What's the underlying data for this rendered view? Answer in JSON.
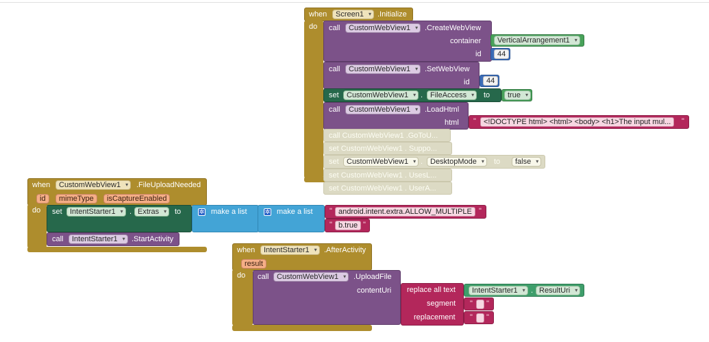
{
  "arrow": "▾",
  "quote": "\"",
  "gear_glyph": "✲",
  "blocks": {
    "init": {
      "when": "when",
      "component": "Screen1",
      "event": ".Initialize",
      "do": "do",
      "call": "call",
      "set": "set",
      "to": "to",
      "create": {
        "component": "CustomWebView1",
        "method": ".CreateWebView",
        "param_container": "container",
        "param_id": "id",
        "container_value": "VerticalArrangement1",
        "id_value": "44"
      },
      "setwebview": {
        "component": "CustomWebView1",
        "method": ".SetWebView",
        "param_id": "id",
        "id_value": "44"
      },
      "setfile": {
        "component": "CustomWebView1",
        "property": "FileAccess",
        "value": "true"
      },
      "loadhtml": {
        "component": "CustomWebView1",
        "method": ".LoadHtml",
        "param_html": "html",
        "html_value": "<!DOCTYPE html> <html> <body>  <h1>The input mul..."
      },
      "disabled": {
        "goto": "call CustomWebView1 .GoToU...",
        "supp": "set CustomWebView1 . Suppo...",
        "desktop": {
          "set": "set",
          "component": "CustomWebView1",
          "property": "DesktopMode",
          "to": "to",
          "value": "false"
        },
        "uses": "set CustomWebView1 . UsesL...",
        "usera": "set CustomWebView1 . UserA..."
      }
    },
    "upload": {
      "when": "when",
      "component": "CustomWebView1",
      "event": ".FileUploadNeeded",
      "params": [
        "id",
        "mimeType",
        "isCaptureEnabled"
      ],
      "do": "do",
      "set": "set",
      "to": "to",
      "call": "call",
      "set_component": "IntentStarter1",
      "set_property": "Extras",
      "make_list": "make a list",
      "extra_key": "android.intent.extra.ALLOW_MULTIPLE",
      "extra_value": "b.true",
      "call_component": "IntentStarter1",
      "call_method": ".StartActivity"
    },
    "after": {
      "when": "when",
      "component": "IntentStarter1",
      "event": ".AfterActivity",
      "param": "result",
      "do": "do",
      "call": "call",
      "call_component": "CustomWebView1",
      "call_method": ".UploadFile",
      "param_content": "contentUri",
      "replace": "replace all text",
      "result_component": "IntentStarter1",
      "result_property": "ResultUri",
      "segment": "segment",
      "replacement": "replacement"
    }
  }
}
